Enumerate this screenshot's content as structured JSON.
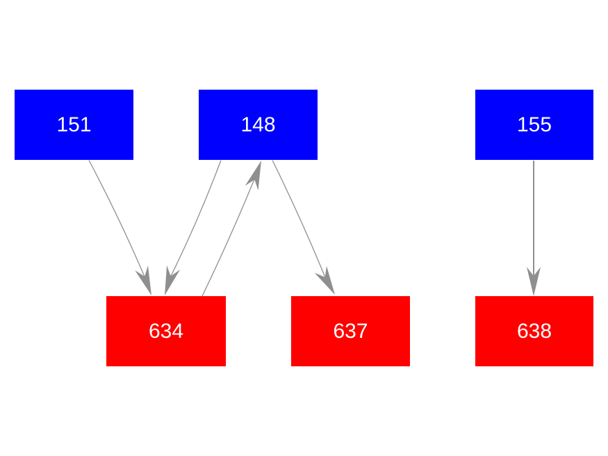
{
  "diagram": {
    "type": "directed-graph",
    "background": "#ffffff",
    "colors": {
      "parent_node": "#0000ff",
      "child_node": "#ff0000",
      "node_text": "#ffffff",
      "edge": "#8f8f8f",
      "background": "#ffffff"
    },
    "nodes": [
      {
        "id": "151",
        "label": "151",
        "type": "parent",
        "row": "top"
      },
      {
        "id": "148",
        "label": "148",
        "type": "parent",
        "row": "top"
      },
      {
        "id": "155",
        "label": "155",
        "type": "parent",
        "row": "top"
      },
      {
        "id": "634",
        "label": "634",
        "type": "child",
        "row": "bottom"
      },
      {
        "id": "637",
        "label": "637",
        "type": "child",
        "row": "bottom"
      },
      {
        "id": "638",
        "label": "638",
        "type": "child",
        "row": "bottom"
      }
    ],
    "edges": [
      {
        "from": "151",
        "to": "634"
      },
      {
        "from": "148",
        "to": "634"
      },
      {
        "from": "634",
        "to": "148"
      },
      {
        "from": "148",
        "to": "637"
      },
      {
        "from": "155",
        "to": "638"
      }
    ]
  }
}
